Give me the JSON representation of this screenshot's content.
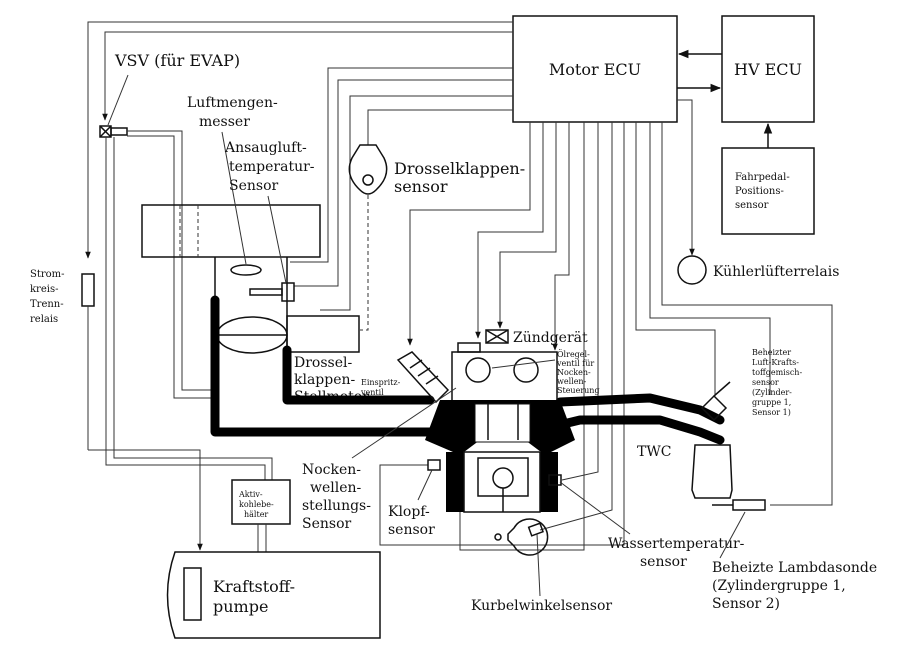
{
  "labels": {
    "motor_ecu": "Motor ECU",
    "hv_ecu": "HV ECU",
    "vsv": "VSV (für EVAP)",
    "luftmengen": [
      "Luftmengen-",
      "messer"
    ],
    "ansaugluft": [
      "Ansaugluft-",
      "temperatur-",
      "Sensor"
    ],
    "drosselklappensensor": [
      "Drosselklappen-",
      "sensor"
    ],
    "fahrpedal": [
      "Fahrpedal-",
      "Positions-",
      "sensor"
    ],
    "kuehlerluefter": "Kühlerlüfterrelais",
    "stromkreis": [
      "Strom-",
      "kreis-",
      "Trenn-",
      "relais"
    ],
    "zuendgeraet": "Zündgerät",
    "oelregel": [
      "Ölregel-",
      "ventil für",
      "Nocken-",
      "wellen-",
      "Steuerung"
    ],
    "drosselklappen_stellmotor": [
      "Drossel-",
      "klappen-",
      "Stellmotor"
    ],
    "einspritzventil": [
      "Einspritz-",
      "ventil"
    ],
    "beheizter_luft": [
      "Beheizter",
      "Luft-Krafts-",
      "toffgemisch-",
      "sensor",
      "(Zylinder-",
      "gruppe 1,",
      "Sensor 1)"
    ],
    "twc": "TWC",
    "nockenwellen": [
      "Nocken-",
      "wellen-",
      "stellungs-",
      "Sensor"
    ],
    "klopf": [
      "Klopf-",
      "sensor"
    ],
    "aktivkohle": [
      "Aktiv-",
      "kohlebe-",
      "hälter"
    ],
    "wassertemp": [
      "Wassertemperatur-",
      "sensor"
    ],
    "lambdasonde": [
      "Beheizte Lambdasonde",
      "(Zylindergruppe 1,",
      "Sensor 2)"
    ],
    "kraftstoffpumpe": [
      "Kraftstoff-",
      "pumpe"
    ],
    "kurbelwinkel": "Kurbelwinkelsensor"
  }
}
